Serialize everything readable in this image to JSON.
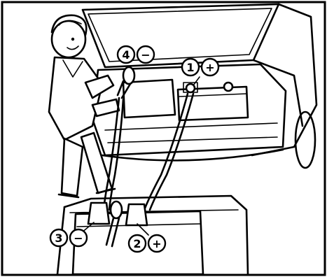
{
  "labels": [
    {
      "id": "neg_good",
      "number": "4",
      "sign": "−"
    },
    {
      "id": "pos_good",
      "number": "1",
      "sign": "+"
    },
    {
      "id": "neg_dead",
      "number": "3",
      "sign": "−"
    },
    {
      "id": "pos_dead",
      "number": "2",
      "sign": "+"
    }
  ],
  "colors": {
    "ink": "#000000",
    "paper": "#ffffff"
  }
}
